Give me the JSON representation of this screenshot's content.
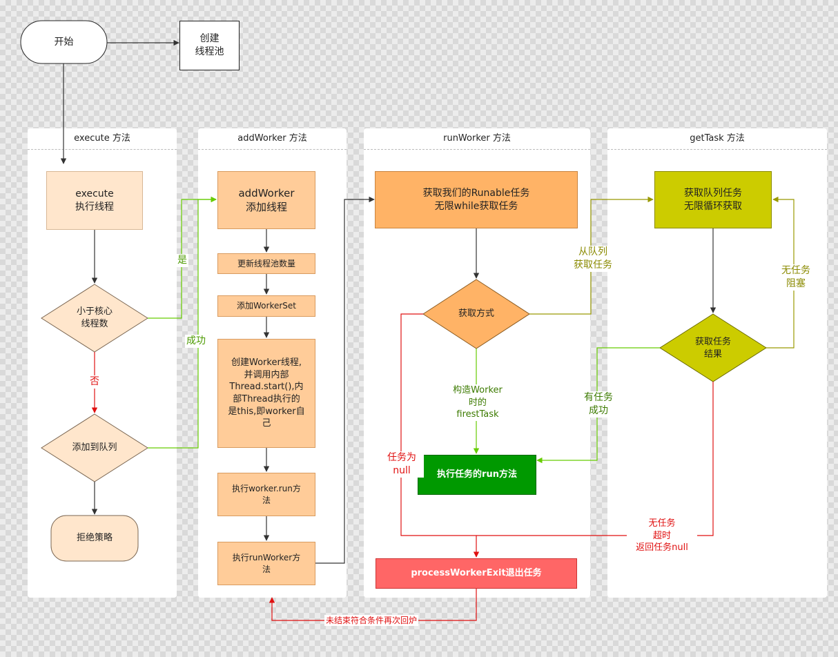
{
  "start": {
    "label": "开始"
  },
  "create_pool": {
    "label": "创建\n线程池"
  },
  "lanes": {
    "execute": "execute 方法",
    "addworker": "addWorker 方法",
    "runworker": "runWorker 方法",
    "gettask": "getTask 方法"
  },
  "nodes": {
    "execute_box": "execute\n执行线程",
    "less_core": "小于核心\n线程数",
    "add_queue": "添加到队列",
    "reject": "拒绝策略",
    "addworker_box": "addWorker\n添加线程",
    "update_count": "更新线程池数量",
    "add_workerset": "添加WorkerSet",
    "create_worker": "创建Worker线程,\n并调用内部\nThread.start(),内\n部Thread执行的\n是this,即worker自\n己",
    "exec_run": "执行worker.run方\n法",
    "exec_runworker": "执行runWorker方\n法",
    "get_runnable": "获取我们的Runable任务\n无限while获取任务",
    "get_method": "获取方式",
    "exec_task_run": "执行任务的run方法",
    "process_exit": "processWorkerExit退出任务",
    "get_queue_task": "获取队列任务\n无限循环获取",
    "get_task_result": "获取任务\n结果"
  },
  "edge_labels": {
    "yes": "是",
    "no": "否",
    "success": "成功",
    "construct_worker": "构造Worker\n时的\nfirestTask",
    "from_queue": "从队列\n获取任务",
    "no_task_block": "无任务\n阻塞",
    "has_task_success": "有任务\n成功",
    "task_null": "任务为\nnull",
    "no_task_timeout": "无任务\n超时\n返回任务null",
    "loop_back": "未结束符合条件再次回炉"
  },
  "colors": {
    "light_orange": "#ffe6cc",
    "orange": "#ffcc99",
    "deep_orange": "#ffb366",
    "olive": "#cccc00",
    "green": "#009900",
    "red_box": "#ff6666",
    "edge_green": "#66cc00",
    "edge_red": "#e01010",
    "edge_olive": "#999900",
    "edge_dark": "#333333"
  }
}
